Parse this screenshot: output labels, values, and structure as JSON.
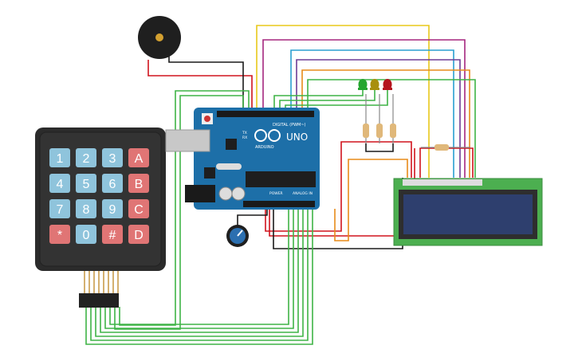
{
  "keypad": {
    "keys": [
      [
        "1",
        "2",
        "3",
        "A"
      ],
      [
        "4",
        "5",
        "6",
        "B"
      ],
      [
        "7",
        "8",
        "9",
        "C"
      ],
      [
        "*",
        "0",
        "#",
        "D"
      ]
    ],
    "colors": {
      "number": "#8fc4dc",
      "letter": "#e07575",
      "body": "#2b2b2b"
    }
  },
  "arduino": {
    "brand": "ARDUINO",
    "model": "UNO",
    "digital_label": "DIGITAL (PWM~)",
    "power_label": "POWER",
    "analog_label": "ANALOG IN",
    "tx_label": "TX",
    "rx_label": "RX",
    "board_color": "#1d6fa8"
  },
  "leds": [
    {
      "color": "#25a52f"
    },
    {
      "color": "#a88f0e"
    },
    {
      "color": "#b5141e"
    }
  ],
  "wire_colors": {
    "yellow": "#e8c81a",
    "magenta": "#a5267f",
    "red": "#d0131d",
    "blue": "#2a9fd0",
    "purple": "#6e3d96",
    "orange": "#e88b1a",
    "green": "#3fb446",
    "black": "#1a1a1a"
  }
}
